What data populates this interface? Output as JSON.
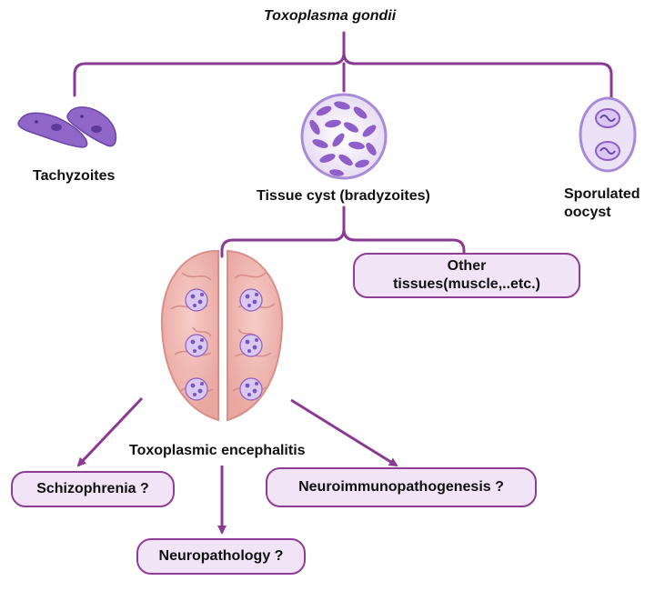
{
  "title": "Toxoplasma gondii",
  "stages": {
    "tachyzoites": "Tachyzoites",
    "tissue_cyst": "Tissue cyst (bradyzoites)",
    "oocyst_line1": "Sporulated",
    "oocyst_line2": "oocyst"
  },
  "other_tissues": {
    "line1": "Other",
    "line2": "tissues(muscle,..etc.)"
  },
  "encephalitis": "Toxoplasmic encephalitis",
  "outcomes": {
    "schizophrenia": "Schizophrenia ?",
    "neuroimmuno": "Neuroimmunopathogenesis ?",
    "neuropathology": "Neuropathology ?"
  },
  "colors": {
    "connector": "#8b3a93",
    "pill_fill": "#f1e4f7",
    "brain": "#f0b9b4",
    "cyst": "#8e5fc9"
  }
}
